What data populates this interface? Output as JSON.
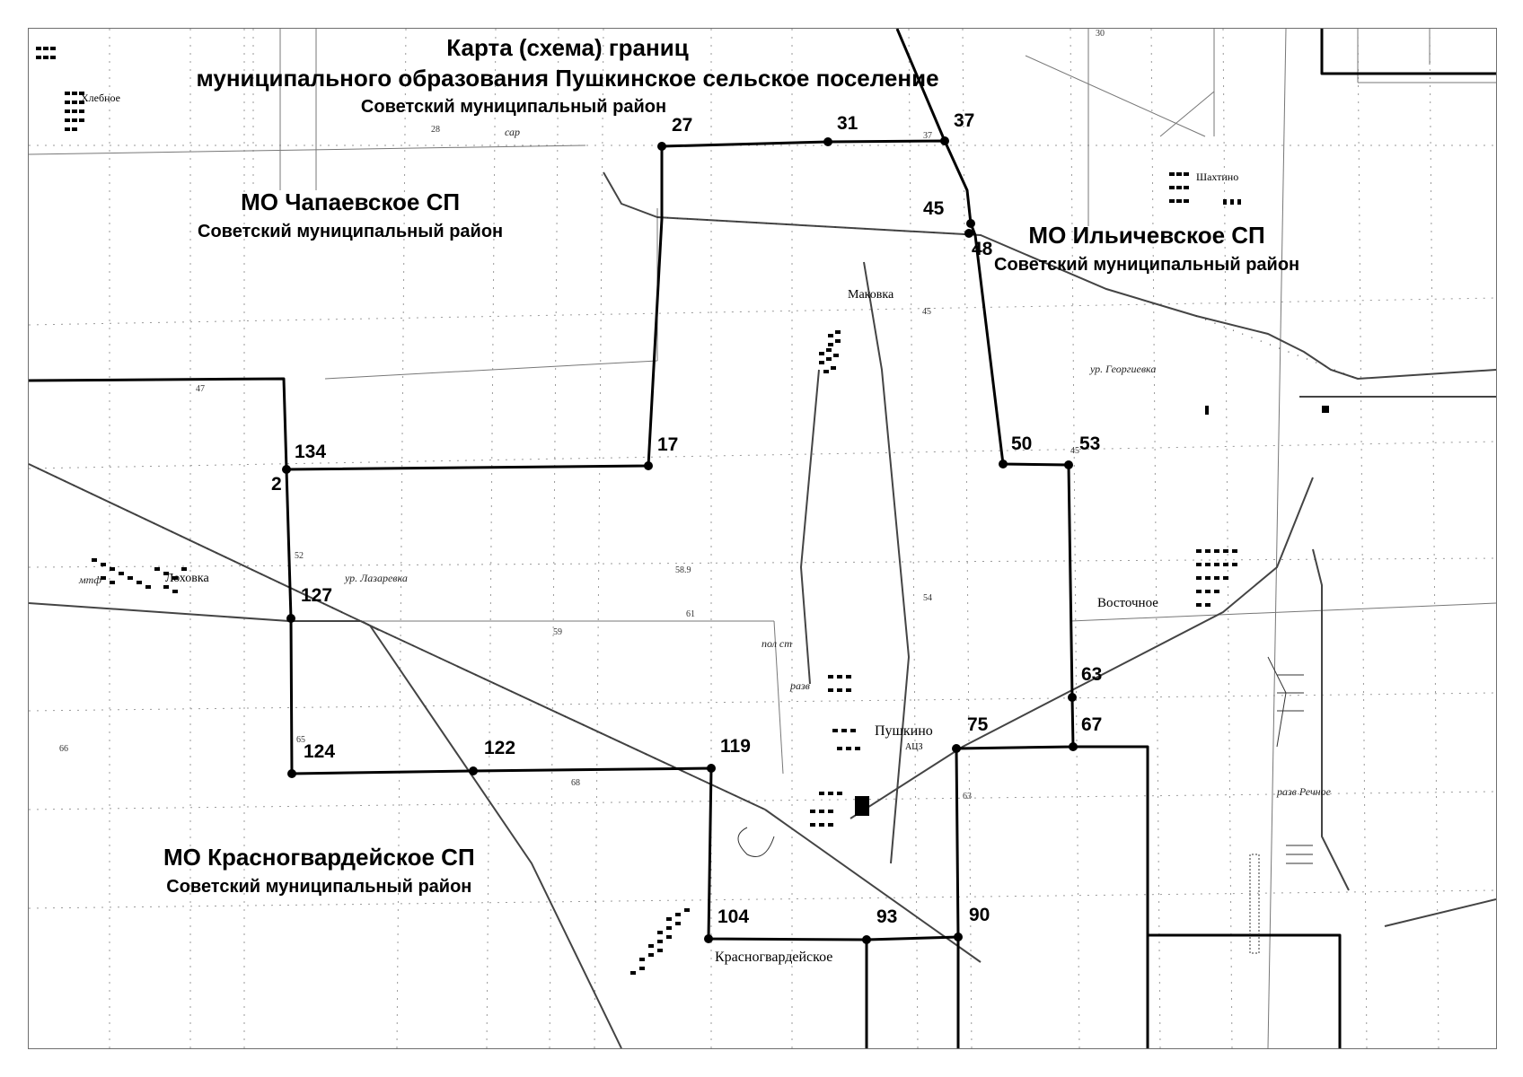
{
  "title": {
    "line1": "Карта (схема) границ",
    "line2": "муниципального образования Пушкинское сельское поселение",
    "line3": "Советский муниципальный район"
  },
  "neighbors": [
    {
      "name": "МО Чапаевское СП",
      "district": "Советский муниципальный район"
    },
    {
      "name": "МО Ильичевское СП",
      "district": "Советский муниципальный район"
    },
    {
      "name": "МО Красногвардейское СП",
      "district": "Советский муниципальный район"
    }
  ],
  "boundary_points": [
    "27",
    "31",
    "37",
    "45",
    "48",
    "17",
    "134",
    "2",
    "50",
    "53",
    "127",
    "63",
    "75",
    "67",
    "124",
    "122",
    "119",
    "104",
    "93",
    "90"
  ],
  "settlements": {
    "pushkino": "Пушкино",
    "pushkino_sub": "АЦЗ",
    "makovka": "Маковка",
    "vostochnoe": "Восточное",
    "shakhtino": "Шахтино",
    "khlebnoe": "Хлебное",
    "lokhovka": "Лоховка",
    "krasnogvardeyskoe": "Красногвардейское"
  },
  "features": {
    "ur_georgievka": "ур. Георгиевка",
    "ur_lazarevka": "ур. Лазаревка",
    "razv": "разв",
    "razv_rechnoe": "разв Речное",
    "mtf": "мтф",
    "pol_st": "пол ст",
    "sar": "сар"
  },
  "contours": [
    "28",
    "30",
    "37",
    "45",
    "47",
    "52",
    "58.9",
    "61",
    "59",
    "54",
    "63",
    "65",
    "66",
    "68",
    "45"
  ],
  "colors": {
    "boundary": "#000000",
    "road": "#555555",
    "frame": "#6e6e6e"
  }
}
